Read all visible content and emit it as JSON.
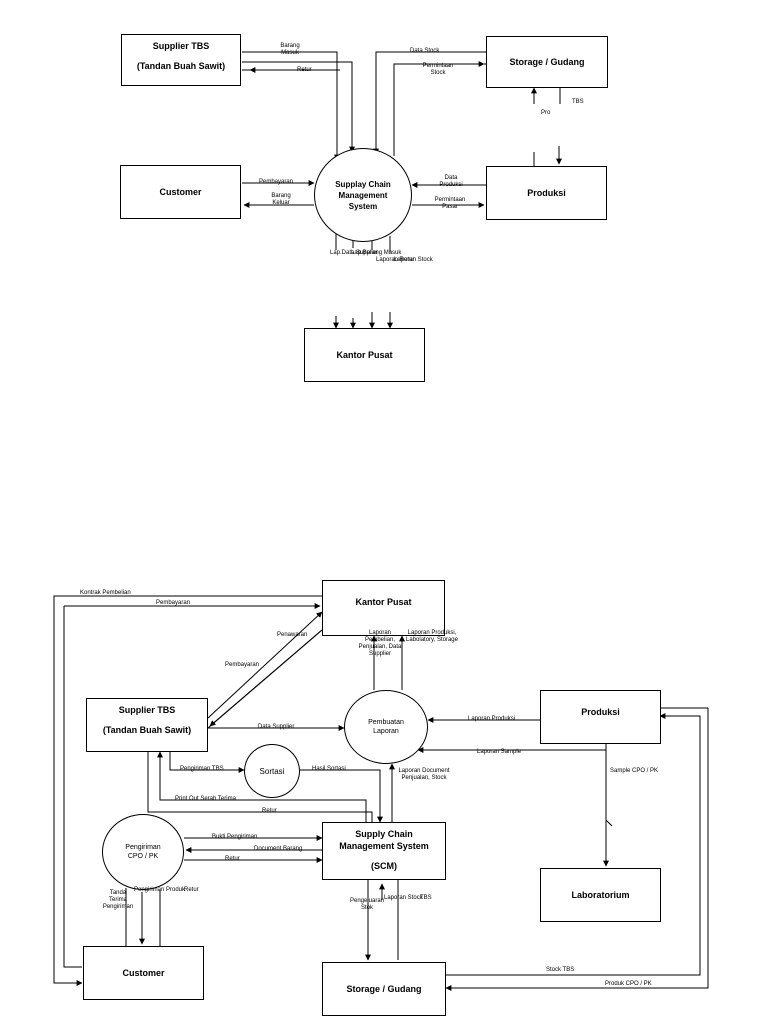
{
  "diagram1": {
    "entities": {
      "supplier_title": "Supplier TBS",
      "supplier_sub": "(Tandan Buah Sawit)",
      "storage": "Storage / Gudang",
      "customer": "Customer",
      "produksi": "Produksi",
      "kantor": "Kantor Pusat"
    },
    "process": "Supplay Chain Management System",
    "flows": {
      "barang_masuk": "Barang Masuk",
      "retur": "Retur",
      "data_stock": "Data Stock",
      "permintaan_stock": "Permintaan Stock",
      "tbs": "TBS",
      "pro": "Pro",
      "pembayaran": "Pembayaran",
      "barang_keluar": "Barang Keluar",
      "data_produksi": "Data Produksi",
      "permintaan_pasar": "Permintaan Pasar",
      "bottom_a": "Lap.Data Supplier",
      "bottom_b": "Lap.Barang Masuk",
      "bottom_c": "Laporan Retur",
      "bottom_d": "Laporan Stock"
    }
  },
  "diagram2": {
    "entities": {
      "kantor": "Kantor Pusat",
      "supplier_title": "Supplier TBS",
      "supplier_sub": "(Tandan Buah Sawit)",
      "produksi": "Produksi",
      "scm_line1": "Supply Chain",
      "scm_line2": "Management System",
      "scm_line3": "(SCM)",
      "laboratorium": "Laboratorium",
      "customer": "Customer",
      "storage": "Storage / Gudang"
    },
    "processes": {
      "pembuatan": "Pembuatan Laporan",
      "sortasi": "Sortasi",
      "pengiriman": "Pengiriman CPO / PK"
    },
    "flows": {
      "kontrak": "Kontrak Pembelian",
      "pembayaran_top": "Pembayaran",
      "penawaran": "Penawaran",
      "pembayaran_diag": "Pembayaran",
      "laporan_pembelian": "Laporan Pembelian, Penjualan, Data Supplier",
      "laporan_produksi_lab": "Laporan Produksi, Labolatory, Storage",
      "data_supplier": "Data Supplier",
      "laporan_produksi": "Laporan Produksi",
      "laporan_sample": "Laporan Sample",
      "pengiriman_tbs": "Pengiriman TBS",
      "hasil_sortasi": "Hasil Sortasi",
      "print_out": "Print Out Serah Terima",
      "retur_scm": "Retur",
      "laporan_document": "Laporan Document Penjualan, Stock",
      "sample_cpo": "Sample CPO / PK",
      "bukti_pengiriman": "Bukti Pengiriman",
      "document_barang": "Document Barang",
      "retur_pk": "Retur",
      "tanda_terima": "Tanda Terima Pengiriman",
      "pengiriman_produk": "Pengiriman Produk",
      "retur_cust": "Retur",
      "pengeluaran_stok": "Pengeluaran Stok",
      "laporan_stock": "Laporan Stock",
      "tbs": "TBS",
      "stock_tbs": "Stock TBS",
      "produk_cpo": "Produk CPO / PK"
    }
  }
}
